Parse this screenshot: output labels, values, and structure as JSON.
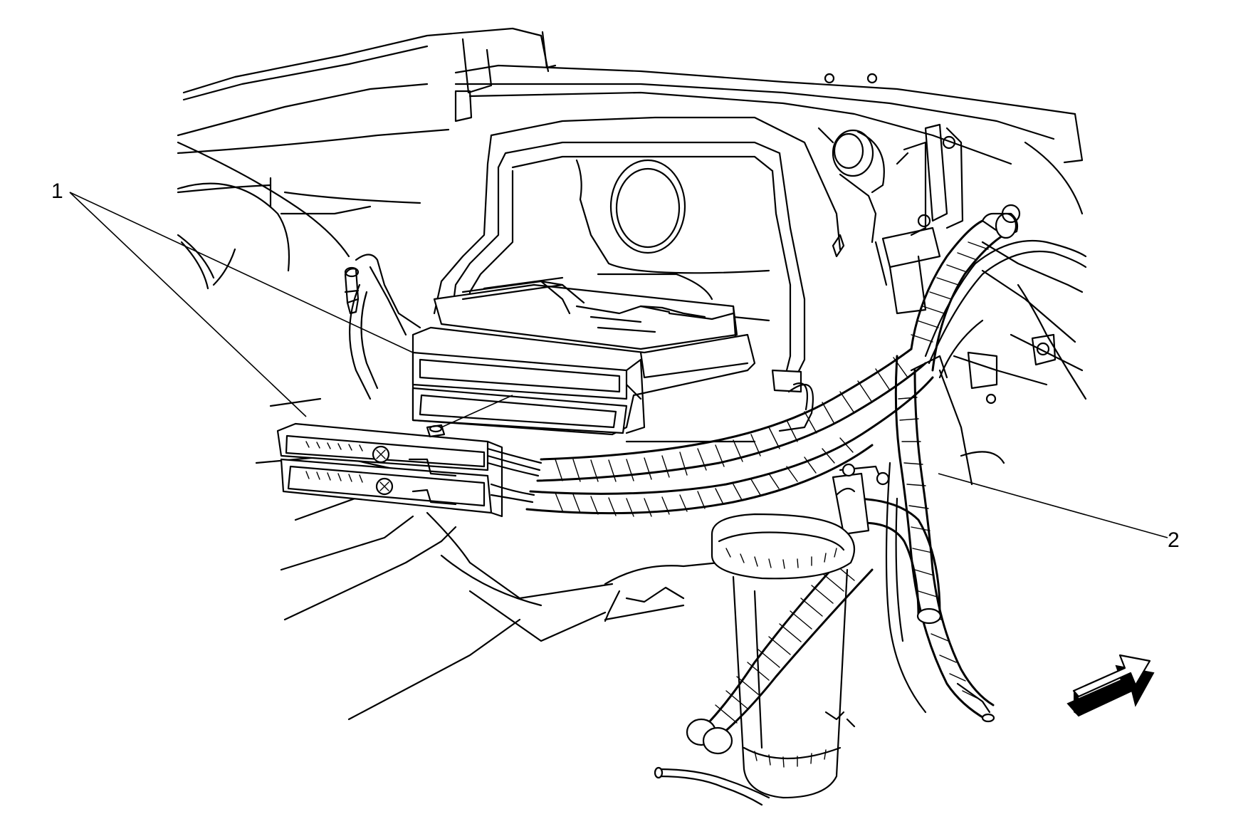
{
  "diagram": {
    "callouts": [
      {
        "id": "callout-1",
        "label": "1"
      },
      {
        "id": "callout-2",
        "label": "2"
      }
    ],
    "colors": {
      "ink": "#000000",
      "paper": "#ffffff"
    },
    "icons": [
      "direction-arrow-icon"
    ]
  }
}
